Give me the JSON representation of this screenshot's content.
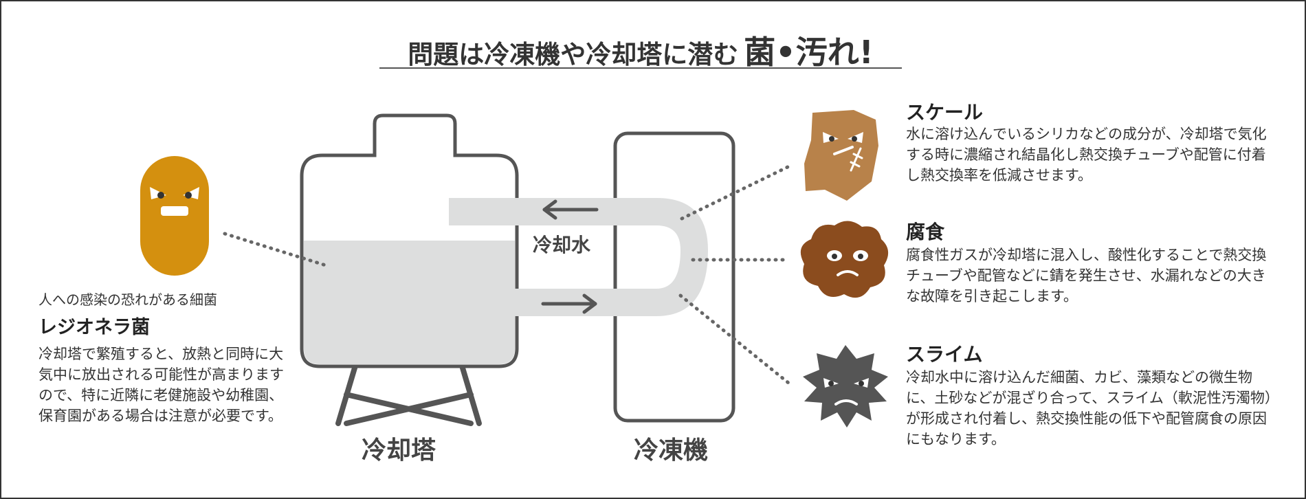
{
  "title": {
    "main": "問題は冷凍機や冷却塔に潜む",
    "emphasis": "菌•汚れ!"
  },
  "diagram": {
    "cooling_water_label": "冷却水",
    "cooling_tower_label": "冷却塔",
    "chiller_label": "冷凍機"
  },
  "legionella": {
    "subtitle": "人への感染の恐れがある細菌",
    "name": "レジオネラ菌",
    "description": "冷却塔で繁殖すると、放熱と同時に大気中に放出される可能性が高まりますので、特に近隣に老健施設や幼稚園、保育園がある場合は注意が必要です。",
    "color": "#D4900F"
  },
  "scale": {
    "name": "スケール",
    "description": "水に溶け込んでいるシリカなどの成分が、冷却塔で気化する時に濃縮され結晶化し熱交換チューブや配管に付着し熱交換率を低減させます。",
    "color": "#B8824A"
  },
  "corrosion": {
    "name": "腐食",
    "description": "腐食性ガスが冷却塔に混入し、酸性化することで熱交換チューブや配管などに錆を発生させ、水漏れなどの大きな故障を引き起こします。",
    "color": "#8B4C1E"
  },
  "slime": {
    "name": "スライム",
    "description": "冷却水中に溶け込んだ細菌、カビ、藻類などの微生物に、土砂などが混ざり合って、スライム（軟泥性汚濁物）が形成され付着し、熱交換性能の低下や配管腐食の原因にもなります。",
    "color": "#555555"
  }
}
